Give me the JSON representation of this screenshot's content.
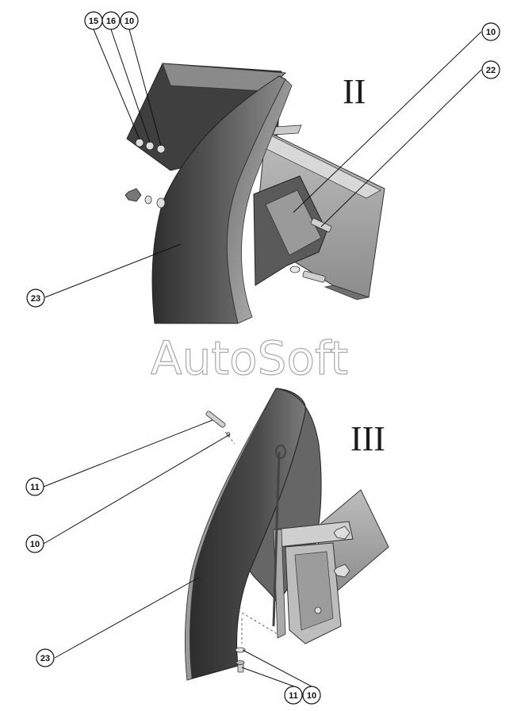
{
  "views": [
    {
      "label": "II",
      "callouts": [
        "15",
        "16",
        "10",
        "10",
        "22",
        "23"
      ]
    },
    {
      "label": "III",
      "callouts": [
        "11",
        "10",
        "23",
        "11",
        "10"
      ]
    }
  ],
  "watermark": "AutoSoft",
  "colors": {
    "part_dark": "#3c3c3c",
    "part_mid": "#6b6b6b",
    "part_light": "#b5b5b5",
    "leader": "#111111"
  }
}
